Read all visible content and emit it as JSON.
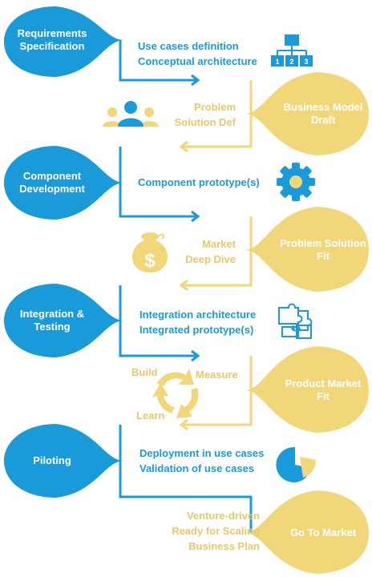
{
  "colors": {
    "blue": "#1b9ad9",
    "yellow": "#f1d67a",
    "yellow_text": "#e8c86a"
  },
  "phases": [
    {
      "title": "Requirements Specification",
      "lines": [
        "Use cases definition",
        "Conceptual architecture"
      ],
      "icon": "org-chart-icon"
    },
    {
      "title": "Component Development",
      "lines": [
        "Component prototype(s)"
      ],
      "icon": "gear-icon"
    },
    {
      "title": "Integration & Testing",
      "lines": [
        "Integration architecture",
        "Integrated prototype(s)"
      ],
      "icon": "puzzle-icon"
    },
    {
      "title": "Piloting",
      "lines": [
        "Deployment in use cases",
        "Validation of use cases"
      ],
      "icon": "pie-chart-icon"
    }
  ],
  "milestones": [
    {
      "title": "Business Model Draft",
      "lines": [
        "Problem",
        "Solution Def"
      ],
      "icon": "team-icon"
    },
    {
      "title": "Problem Solution Fit",
      "lines": [
        "Market",
        "Deep Dive"
      ],
      "icon": "money-bag-icon"
    },
    {
      "title": "Product Market Fit",
      "cycle": {
        "build": "Build",
        "measure": "Measure",
        "learn": "Learn"
      },
      "icon": "cycle-icon"
    },
    {
      "title": "Go To Market",
      "lines": [
        "Venture-driven",
        "Ready for Scaling",
        "Business Plan"
      ]
    }
  ],
  "org_chart_numbers": [
    "1",
    "2",
    "3"
  ]
}
